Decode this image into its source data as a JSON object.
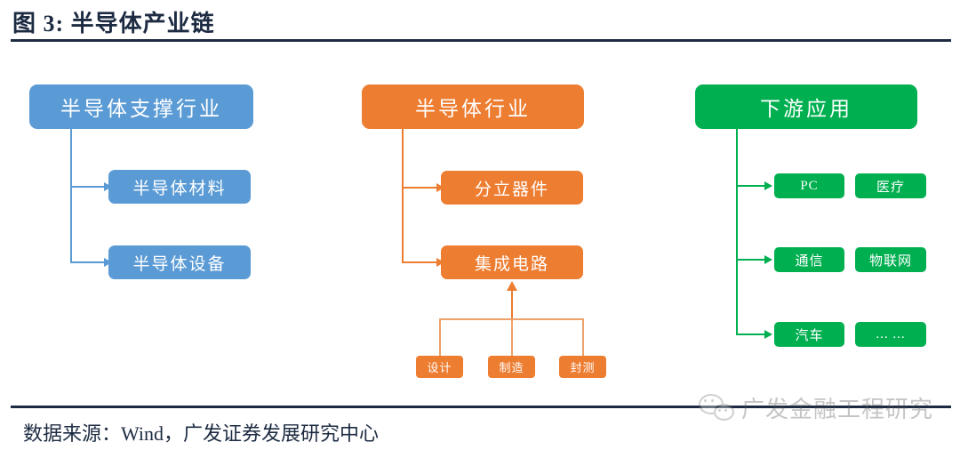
{
  "header": {
    "figure_label": "图 3:",
    "title": "半导体产业链",
    "full_title": "图 3:  半导体产业链"
  },
  "footer": {
    "source": "数据来源：Wind，广发证券发展研究中心"
  },
  "watermark": {
    "icon": "wechat-icon",
    "text": "广发金融工程研究"
  },
  "colors": {
    "blue": "#5B9BD5",
    "orange": "#ED7D31",
    "green": "#00AF50",
    "orange_light": "#F0A06A",
    "ink": "#1D2B42"
  },
  "diagram": {
    "type": "flowchart",
    "columns": [
      {
        "id": "support",
        "color": "#5B9BD5",
        "head": "半导体支撑行业",
        "children": [
          "半导体材料",
          "半导体设备"
        ]
      },
      {
        "id": "industry",
        "color": "#ED7D31",
        "head": "半导体行业",
        "children": [
          "分立器件",
          "集成电路"
        ],
        "grandchildren": [
          "设计",
          "制造",
          "封测"
        ],
        "grandchildren_parent": "集成电路"
      },
      {
        "id": "downstream",
        "color": "#00AF50",
        "head": "下游应用",
        "rows": [
          {
            "left": "PC",
            "right": "医疗"
          },
          {
            "left": "通信",
            "right": "物联网"
          },
          {
            "left": "汽车",
            "right": "... ..."
          }
        ]
      }
    ]
  }
}
